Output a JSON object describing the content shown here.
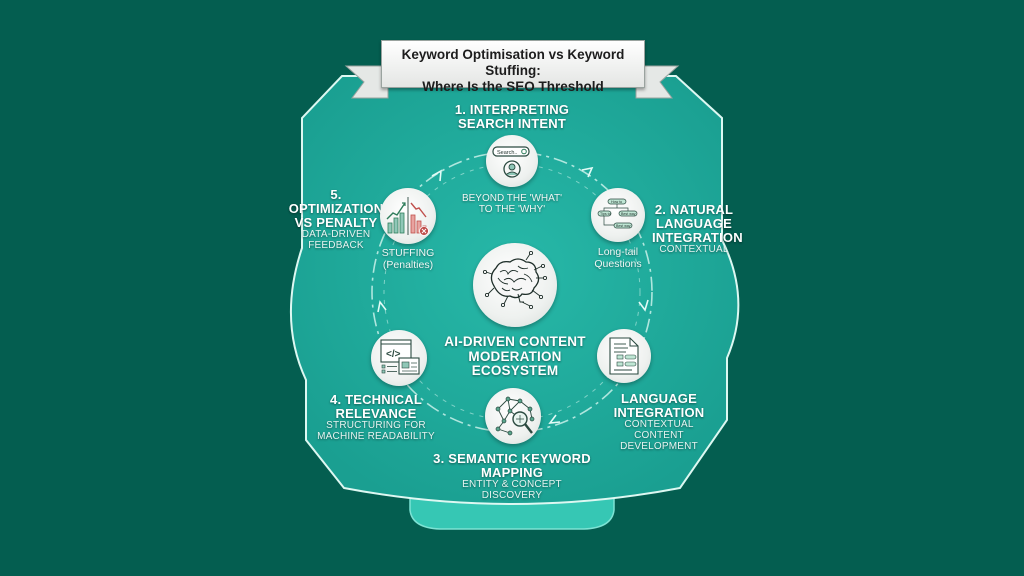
{
  "title": {
    "line1": "Keyword Optimisation vs Keyword Stuffing:",
    "line2": "Where Is the SEO Threshold"
  },
  "colors": {
    "background": "#045E50",
    "panel": "#21AFA0",
    "panel_outline": "#D9F7F1",
    "banner": "#F2F3F2",
    "growth_green": "#2E7D5B",
    "penalty_red": "#C0504D"
  },
  "center": {
    "icon": "brain-circuit-icon",
    "line1": "AI-DRIVEN CONTENT",
    "line2": "MODERATION ECOSYSTEM"
  },
  "steps": [
    {
      "id": "step1",
      "heading_line1": "1. INTERPRETING",
      "heading_line2": "SEARCH INTENT",
      "icon": "search-user-icon",
      "search_text": "Search..",
      "caption_line1": "BEYOND THE 'WHAT'",
      "caption_line2": "TO THE 'WHY'"
    },
    {
      "id": "step2",
      "heading_line1": "2. NATURAL",
      "heading_line2": "LANGUAGE",
      "heading_line3": "INTEGRATION",
      "subtitle": "CONTEXTUAL",
      "icon": "flowchart-icon",
      "flow_labels": [
        "How to",
        "Tips to",
        "Best way",
        "Best way"
      ],
      "caption_line1": "Long-tail",
      "caption_line2": "Questions"
    },
    {
      "id": "step2b",
      "heading_line1": "LANGUAGE",
      "heading_line2": "INTEGRATION",
      "subtitle_line1": "CONTEXTUAL CONTENT",
      "subtitle_line2": "DEVELOPMENT",
      "icon": "document-structure-icon"
    },
    {
      "id": "step3",
      "heading_line1": "3. SEMANTIC KEYWORD",
      "heading_line2": "MAPPING",
      "subtitle": "ENTITY & CONCEPT DISCOVERY",
      "icon": "network-magnifier-icon"
    },
    {
      "id": "step4",
      "heading_line1": "4. TECHNICAL",
      "heading_line2": "RELEVANCE",
      "subtitle_line1": "STRUCTURING FOR",
      "subtitle_line2": "MACHINE READABILITY",
      "icon": "code-window-icon",
      "code_glyph": "</>"
    },
    {
      "id": "step5",
      "heading_line1": "5.",
      "heading_line2": "OPTIMIZATION",
      "heading_line3": "VS PENALTY",
      "subtitle_line1": "DATA-DRIVEN",
      "subtitle_line2": "FEEDBACK",
      "icon": "growth-vs-decline-chart-icon",
      "caption_line1": "STUFFING",
      "caption_line2": "(Penalties)"
    }
  ]
}
